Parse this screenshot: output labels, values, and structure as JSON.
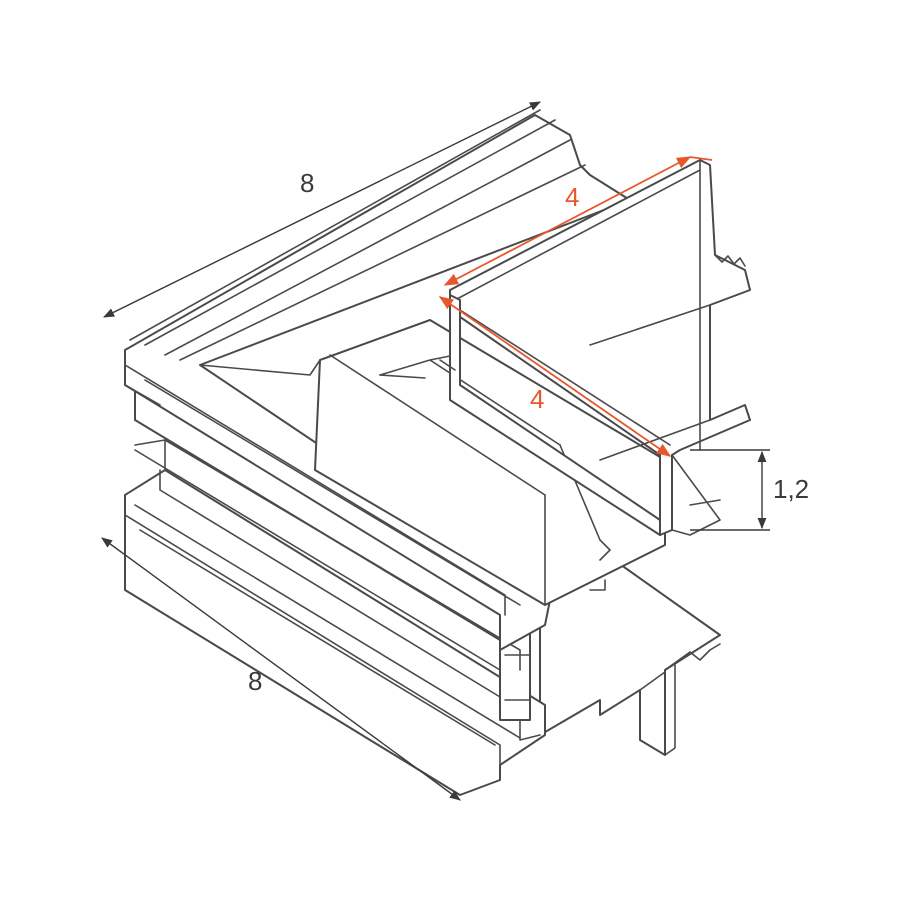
{
  "dimensions": {
    "top_length": "8",
    "bottom_length": "8",
    "inner_width": "4",
    "inner_depth": "4",
    "height": "1,2"
  },
  "colors": {
    "line": "#4a4a4a",
    "dimension_line": "#3a3a3a",
    "highlight": "#e8572c",
    "background": "#ffffff"
  }
}
